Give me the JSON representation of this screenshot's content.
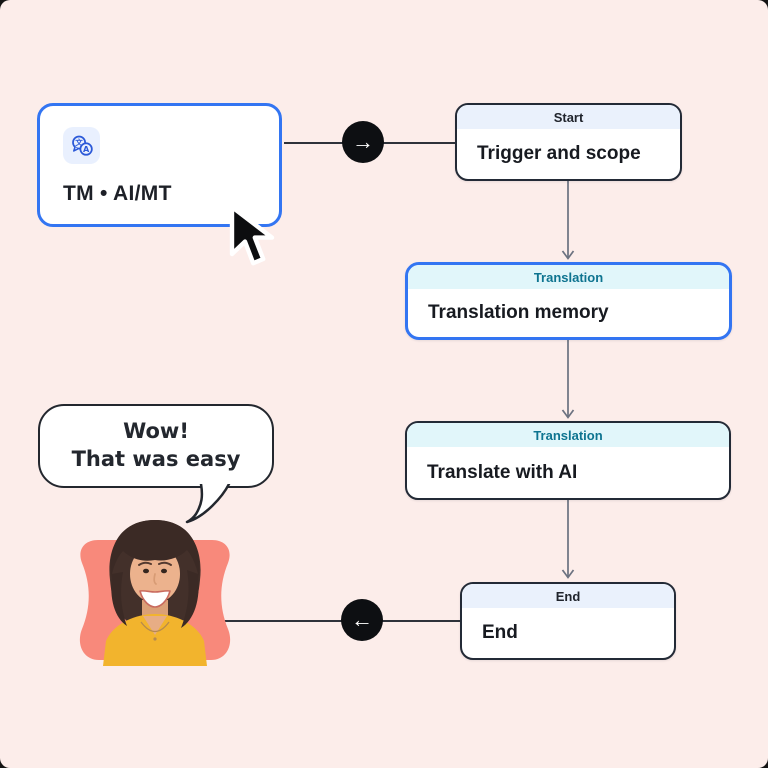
{
  "tm_card": {
    "label": "TM • AI/MT",
    "icon": "translate-icon"
  },
  "flow": {
    "nodes": [
      {
        "id": "start",
        "header": "Start",
        "body": "Trigger and scope"
      },
      {
        "id": "translation-memory",
        "header": "Translation",
        "body": "Translation memory"
      },
      {
        "id": "translate-with-ai",
        "header": "Translation",
        "body": "Translate with AI"
      },
      {
        "id": "end",
        "header": "End",
        "body": "End"
      }
    ]
  },
  "badges": {
    "forward_arrow": "→",
    "back_arrow": "←"
  },
  "speech_bubble": {
    "line1": "Wow!",
    "line2": "That was easy"
  },
  "colors": {
    "background": "#fcedea",
    "accent_blue": "#3375f2",
    "coral_shape": "#f8897b",
    "teal_header_text": "#0e7490",
    "header_blue_tint": "#eaf1fc",
    "header_cyan_tint": "#e1f6fa",
    "badge_black": "#0d0f12"
  }
}
